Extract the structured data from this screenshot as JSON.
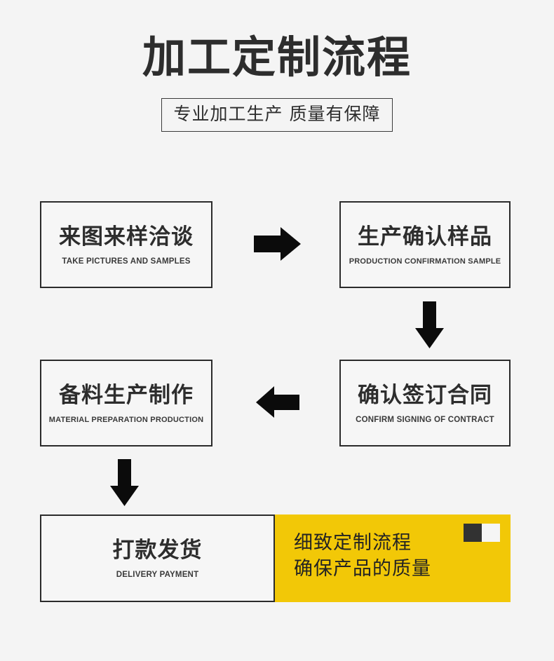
{
  "page": {
    "background_color": "#f4f4f4",
    "accent_color": "#f2c807",
    "ink_color": "#2b2b2b"
  },
  "header": {
    "title": "加工定制流程",
    "subtitle": "专业加工生产 质量有保障"
  },
  "flow": {
    "steps": [
      {
        "id": "step-1",
        "cn": "来图来样洽谈",
        "en": "TAKE PICTURES AND SAMPLES"
      },
      {
        "id": "step-2",
        "cn": "生产确认样品",
        "en": "PRODUCTION CONFIRMATION SAMPLE"
      },
      {
        "id": "step-3",
        "cn": "确认签订合同",
        "en": "CONFIRM SIGNING OF CONTRACT"
      },
      {
        "id": "step-4",
        "cn": "备料生产制作",
        "en": "MATERIAL PREPARATION PRODUCTION"
      },
      {
        "id": "step-5",
        "cn": "打款发货",
        "en": "DELIVERY PAYMENT"
      }
    ],
    "connectors": [
      {
        "id": "connector-1",
        "icon": "arrow-right-icon"
      },
      {
        "id": "connector-2",
        "icon": "arrow-down-icon"
      },
      {
        "id": "connector-3",
        "icon": "arrow-left-icon"
      },
      {
        "id": "connector-4",
        "icon": "arrow-down-icon"
      }
    ]
  },
  "promo": {
    "line1": "细致定制流程",
    "line2": "确保产品的质量",
    "decoration": {
      "dark_color": "#323232",
      "light_color": "#f5f5f5"
    }
  }
}
